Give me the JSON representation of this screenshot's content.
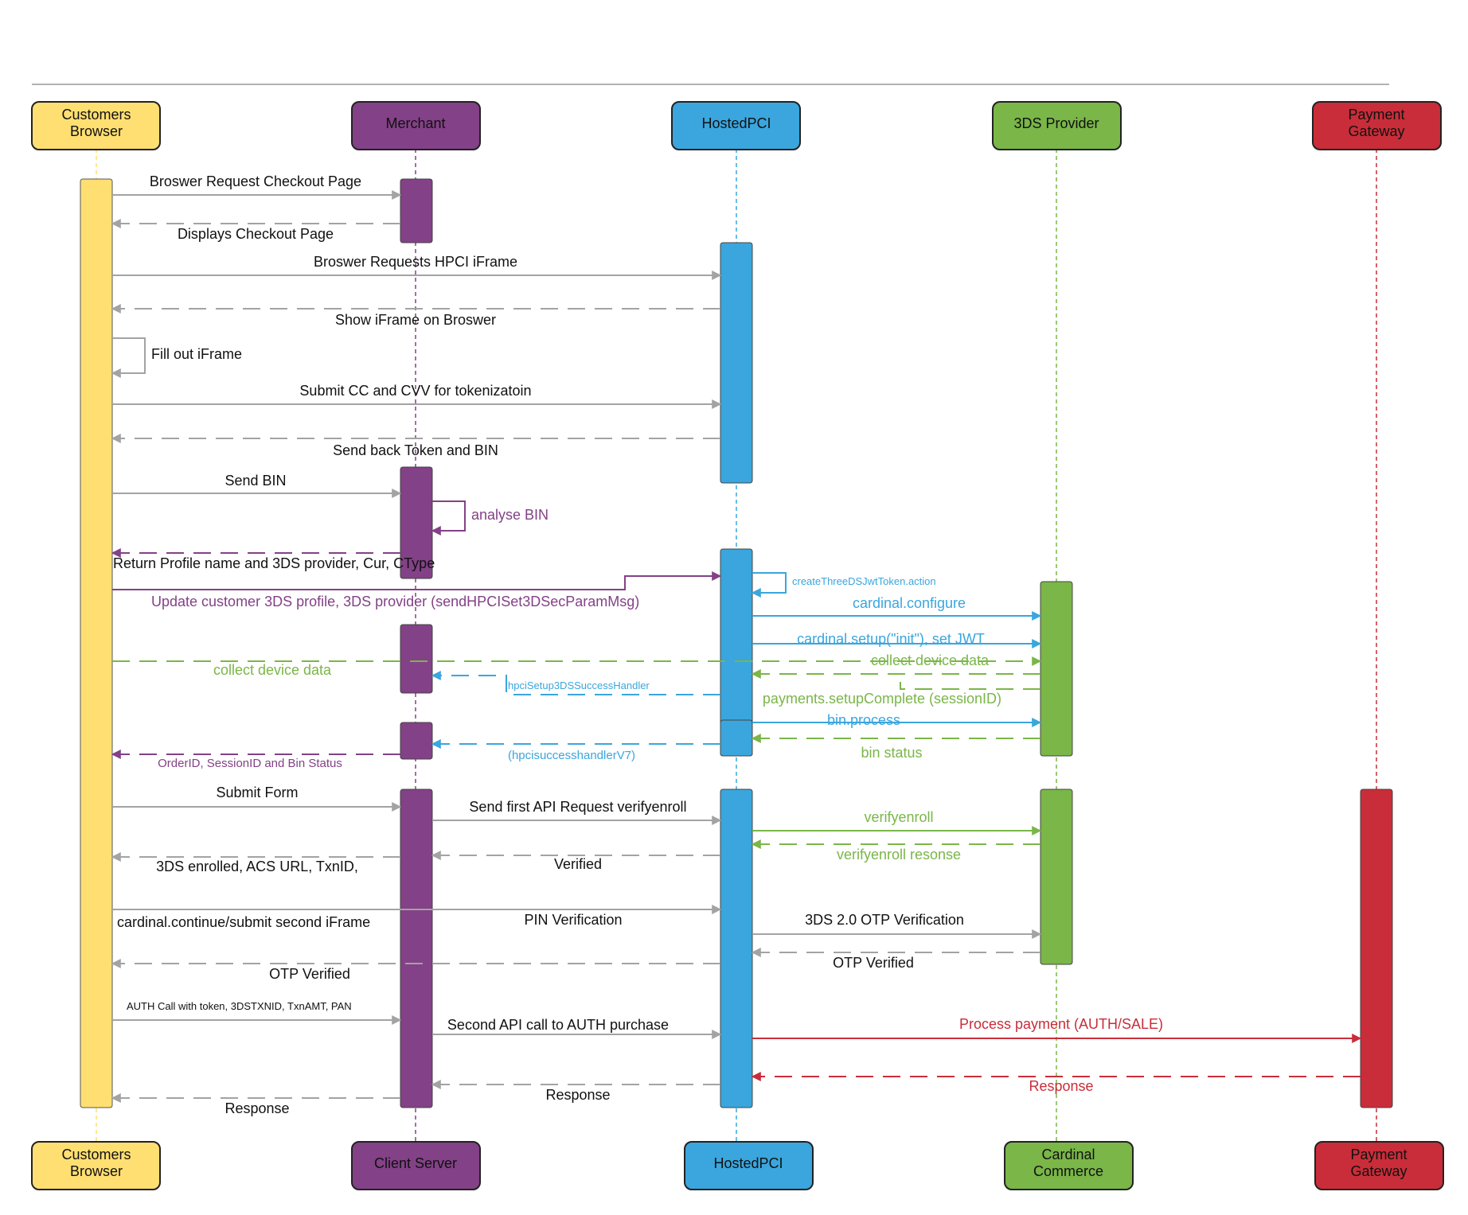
{
  "colors": {
    "yellow": "#FFDF71",
    "purple": "#834187",
    "blue": "#3AA6DD",
    "green": "#7AB648",
    "red": "#C92D39",
    "gray": "#A3A3A3",
    "text": "#111111"
  },
  "participants_top": [
    {
      "lines": [
        "Customers",
        "Browser"
      ],
      "color": "yellow"
    },
    {
      "lines": [
        "Merchant"
      ],
      "color": "purple"
    },
    {
      "lines": [
        "HostedPCI"
      ],
      "color": "blue"
    },
    {
      "lines": [
        "3DS Provider"
      ],
      "color": "green"
    },
    {
      "lines": [
        "Payment",
        "Gateway"
      ],
      "color": "red"
    }
  ],
  "participants_bottom": [
    {
      "lines": [
        "Customers",
        "Browser"
      ],
      "color": "yellow"
    },
    {
      "lines": [
        "Client Server"
      ],
      "color": "purple"
    },
    {
      "lines": [
        "HostedPCI"
      ],
      "color": "blue"
    },
    {
      "lines": [
        "Cardinal",
        "Commerce"
      ],
      "color": "green"
    },
    {
      "lines": [
        "Payment",
        "Gateway"
      ],
      "color": "red"
    }
  ],
  "messages": [
    {
      "text": "Broswer Request Checkout Page",
      "color": "gray",
      "style": "solid"
    },
    {
      "text": "Displays Checkout Page",
      "color": "gray",
      "style": "dashed"
    },
    {
      "text": "Broswer Requests HPCI iFrame",
      "color": "gray",
      "style": "solid"
    },
    {
      "text": "Show iFrame on Broswer",
      "color": "gray",
      "style": "dashed"
    },
    {
      "text": "Fill out iFrame",
      "color": "gray",
      "style": "self"
    },
    {
      "text": "Submit CC and CVV for tokenizatoin",
      "color": "gray",
      "style": "solid"
    },
    {
      "text": "Send back Token and BIN",
      "color": "gray",
      "style": "dashed"
    },
    {
      "text": "Send BIN",
      "color": "gray",
      "style": "solid"
    },
    {
      "text": "analyse BIN",
      "color": "purple",
      "style": "self"
    },
    {
      "text": "Return Profile name and 3DS provider, Cur, CType",
      "color": "purple",
      "style": "dashed"
    },
    {
      "text": "Update customer 3DS profile, 3DS provider (sendHPCISet3DSecParamMsg)",
      "color": "purple",
      "style": "solid"
    },
    {
      "text": "createThreeDSJwtToken.action",
      "color": "blue",
      "style": "self"
    },
    {
      "text": "cardinal.configure",
      "color": "blue",
      "style": "solid"
    },
    {
      "text": "cardinal.setup(\"init\"), set JWT",
      "color": "blue",
      "style": "solid"
    },
    {
      "text": "collect device data",
      "color": "green",
      "style": "dashed"
    },
    {
      "text": "collect device data",
      "color": "green",
      "style": "dashed"
    },
    {
      "text": "hpciSetup3DSSuccessHandler",
      "color": "blue",
      "style": "dashed"
    },
    {
      "text": "payments.setupComplete (sessionID)",
      "color": "green",
      "style": "dashed"
    },
    {
      "text": "bin.process",
      "color": "blue",
      "style": "solid"
    },
    {
      "text": "bin status",
      "color": "green",
      "style": "dashed"
    },
    {
      "text": "(hpcisuccesshandlerV7)",
      "color": "blue",
      "style": "dashed"
    },
    {
      "text": "OrderID, SessionID and Bin Status",
      "color": "purple",
      "style": "dashed"
    },
    {
      "text": "Submit Form",
      "color": "gray",
      "style": "solid"
    },
    {
      "text": "Send first API Request verifyenroll",
      "color": "gray",
      "style": "solid"
    },
    {
      "text": "verifyenroll",
      "color": "green",
      "style": "solid"
    },
    {
      "text": "verifyenroll resonse",
      "color": "green",
      "style": "dashed"
    },
    {
      "text": "Verified",
      "color": "gray",
      "style": "dashed"
    },
    {
      "text": "3DS enrolled, ACS URL, TxnID,",
      "color": "gray",
      "style": "dashed"
    },
    {
      "text": "cardinal.continue/submit second iFrame",
      "color": "gray",
      "style": "solid"
    },
    {
      "text": "PIN Verification",
      "color": "gray",
      "style": "solid"
    },
    {
      "text": "3DS 2.0 OTP Verification",
      "color": "gray",
      "style": "solid"
    },
    {
      "text": "OTP Verified",
      "color": "gray",
      "style": "dashed"
    },
    {
      "text": "OTP Verified",
      "color": "gray",
      "style": "dashed"
    },
    {
      "text": "AUTH Call with token, 3DSTXNID, TxnAMT, PAN",
      "color": "gray",
      "style": "solid"
    },
    {
      "text": "Second API call to AUTH purchase",
      "color": "gray",
      "style": "solid"
    },
    {
      "text": "Process payment (AUTH/SALE)",
      "color": "red",
      "style": "solid"
    },
    {
      "text": "Response",
      "color": "red",
      "style": "dashed"
    },
    {
      "text": "Response",
      "color": "gray",
      "style": "dashed"
    },
    {
      "text": "Response",
      "color": "gray",
      "style": "dashed"
    }
  ]
}
